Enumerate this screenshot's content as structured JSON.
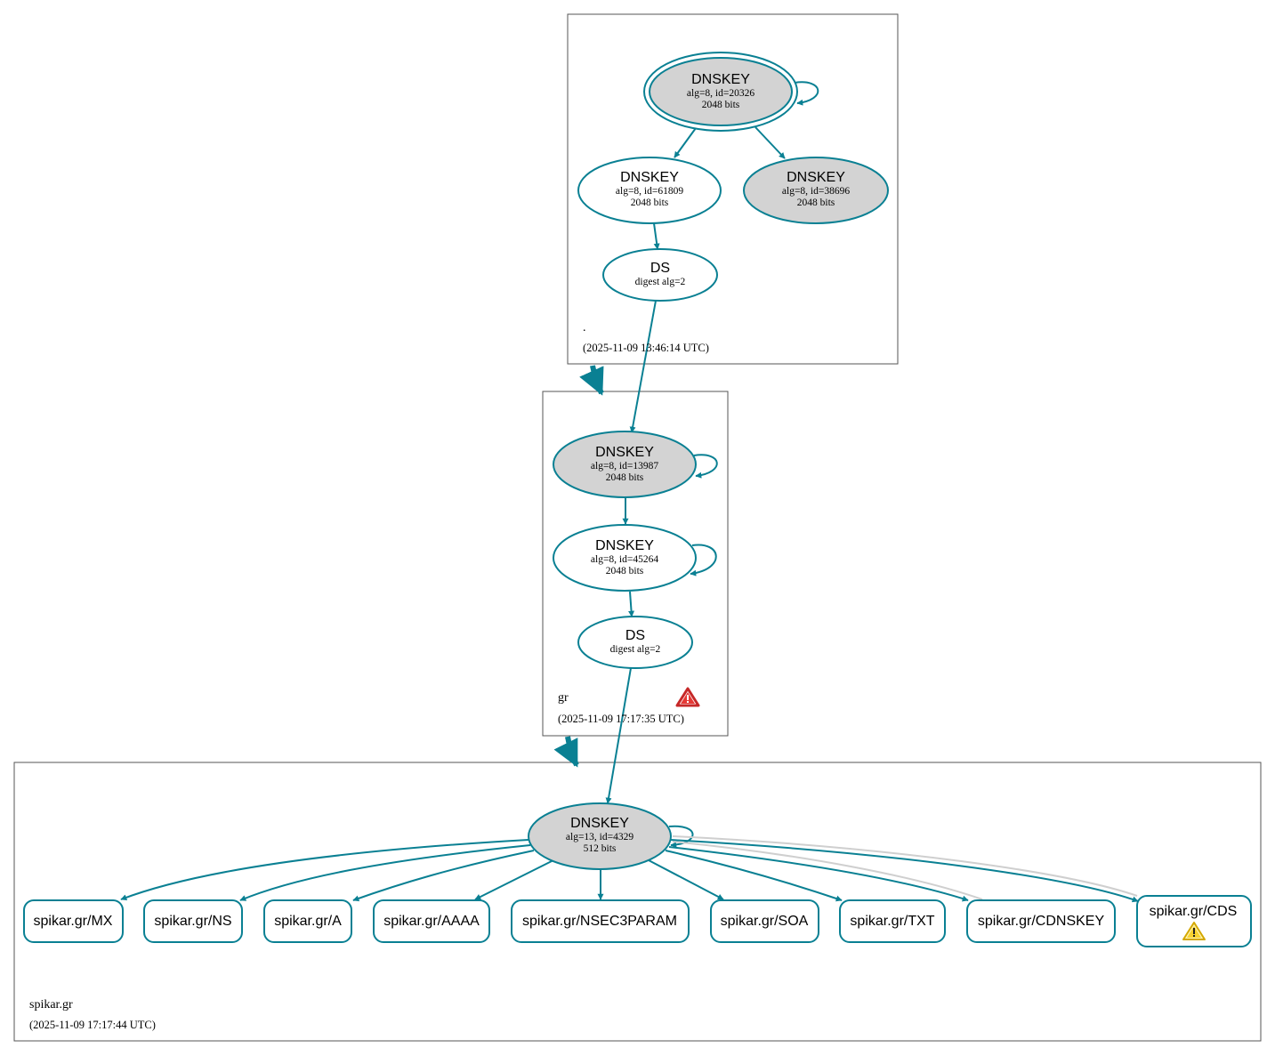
{
  "colors": {
    "accent": "#0a8093",
    "shaded": "#d3d3d3",
    "error": "#d32f2f",
    "warning": "#f2c500"
  },
  "zones": {
    "root": {
      "name": ".",
      "timestamp": "(2025-11-09 13:46:14 UTC)"
    },
    "gr": {
      "name": "gr",
      "timestamp": "(2025-11-09 17:17:35 UTC)",
      "status_icon": "error-icon"
    },
    "spikar": {
      "name": "spikar.gr",
      "timestamp": "(2025-11-09 17:17:44 UTC)"
    }
  },
  "nodes": {
    "root_ksk": {
      "title": "DNSKEY",
      "line1": "alg=8, id=20326",
      "line2": "2048 bits"
    },
    "root_zsk": {
      "title": "DNSKEY",
      "line1": "alg=8, id=61809",
      "line2": "2048 bits"
    },
    "root_key3": {
      "title": "DNSKEY",
      "line1": "alg=8, id=38696",
      "line2": "2048 bits"
    },
    "root_ds": {
      "title": "DS",
      "line1": "digest alg=2"
    },
    "gr_ksk": {
      "title": "DNSKEY",
      "line1": "alg=8, id=13987",
      "line2": "2048 bits"
    },
    "gr_zsk": {
      "title": "DNSKEY",
      "line1": "alg=8, id=45264",
      "line2": "2048 bits"
    },
    "gr_ds": {
      "title": "DS",
      "line1": "digest alg=2"
    },
    "sp_key": {
      "title": "DNSKEY",
      "line1": "alg=13, id=4329",
      "line2": "512 bits"
    }
  },
  "rrsets": [
    {
      "label": "spikar.gr/MX"
    },
    {
      "label": "spikar.gr/NS"
    },
    {
      "label": "spikar.gr/A"
    },
    {
      "label": "spikar.gr/AAAA"
    },
    {
      "label": "spikar.gr/NSEC3PARAM"
    },
    {
      "label": "spikar.gr/SOA"
    },
    {
      "label": "spikar.gr/TXT"
    },
    {
      "label": "spikar.gr/CDNSKEY"
    },
    {
      "label": "spikar.gr/CDS",
      "status_icon": "warning-icon"
    }
  ]
}
